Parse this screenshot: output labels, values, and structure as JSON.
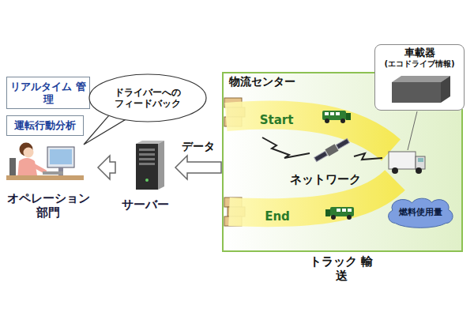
{
  "diagram": {
    "nodes": [
      {
        "text": [
          "リアルタイム 管理"
        ]
      },
      {
        "text": [
          "運転行動分析"
        ]
      },
      {
        "text": [
          "ドライバーへの フィードバック"
        ]
      },
      {
        "text": [
          "オペレーション 部門"
        ]
      },
      {
        "text": [
          "サーバー"
        ]
      },
      {
        "text": [
          "物流センター"
        ]
      },
      {
        "text": [
          "Start"
        ],
        "in": 5
      },
      {
        "text": [
          "End"
        ],
        "in": 5
      },
      {
        "text": [
          "車載器",
          "(エコドライブ情報)"
        ]
      },
      {
        "text": [
          "燃料使用量"
        ],
        "in": 5
      }
    ],
    "edges": [
      {
        "from": 5,
        "to": 4,
        "label": "データ",
        "arrow": "to"
      },
      {
        "from": 4,
        "to": 3,
        "arrow": "to"
      }
    ],
    "labels": [
      "ネットワーク",
      "トラック 輸送"
    ]
  }
}
